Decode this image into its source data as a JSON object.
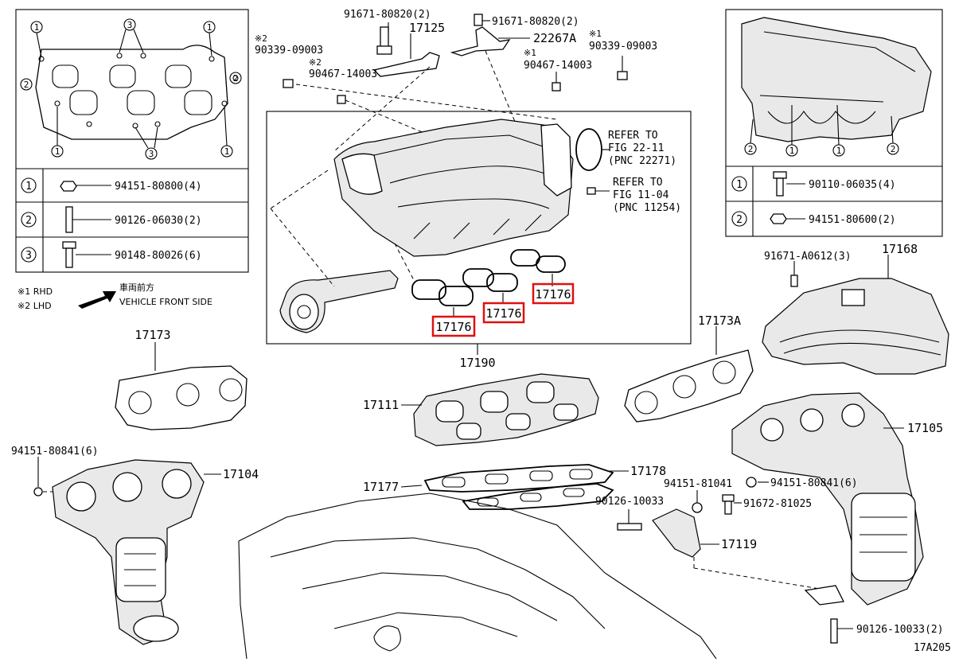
{
  "diagram_id": "17A205",
  "legend_left": {
    "markers": [
      "1",
      "2",
      "3"
    ],
    "rows": [
      {
        "marker": "1",
        "part": "94151-80800(4)"
      },
      {
        "marker": "2",
        "part": "90126-06030(2)"
      },
      {
        "marker": "3",
        "part": "90148-80026(6)"
      }
    ]
  },
  "legend_right": {
    "markers": [
      "1",
      "2"
    ],
    "rows": [
      {
        "marker": "1",
        "part": "90110-06035(4)"
      },
      {
        "marker": "2",
        "part": "94151-80600(2)"
      }
    ]
  },
  "notes": {
    "rhd": "※1 RHD",
    "lhd": "※2 LHD",
    "front_jp": "車両前方",
    "front_en": "VEHICLE FRONT SIDE"
  },
  "refer": {
    "a1": "REFER TO",
    "a2": "FIG 22-11",
    "a3": "(PNC 22271)",
    "b1": "REFER TO",
    "b2": "FIG 11-04",
    "b3": "(PNC 11254)"
  },
  "labels": {
    "p91671_80820_a": "91671-80820(2)",
    "p91671_80820_b": "91671-80820(2)",
    "p17125": "17125",
    "p22267A": "22267A",
    "m2_a": "※2",
    "p90339_a": "90339-09003",
    "m2_b": "※2",
    "p90467_a": "90467-14003",
    "m1_a": "※1",
    "p90467_b": "90467-14003",
    "m1_b": "※1",
    "p90339_b": "90339-09003",
    "p17176_a": "17176",
    "p17176_b": "17176",
    "p17176_c": "17176",
    "p17190": "17190",
    "p17173": "17173",
    "p17173A": "17173A",
    "p17168": "17168",
    "p91671_A0612": "91671-A0612(3)",
    "p17111": "17111",
    "p94151_80841_l": "94151-80841(6)",
    "p17104": "17104",
    "p17177": "17177",
    "p17178": "17178",
    "p94151_81041": "94151-81041",
    "p94151_80841_r": "94151-80841(6)",
    "p91672_81025": "91672-81025",
    "p90126_10033": "90126-10033",
    "p17119": "17119",
    "p17105": "17105",
    "p90126_10033_2": "90126-10033(2)"
  }
}
